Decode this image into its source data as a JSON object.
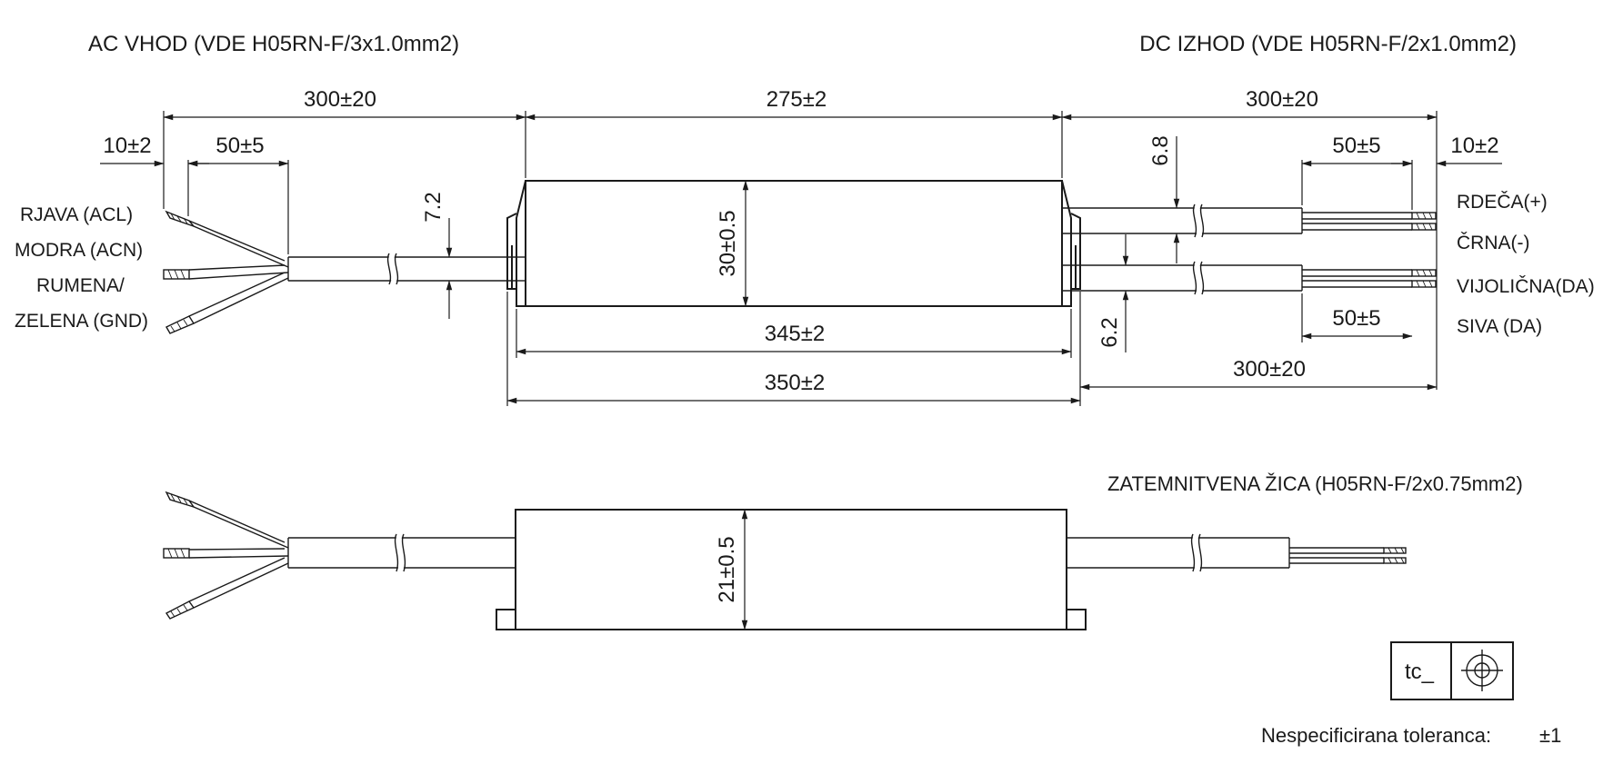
{
  "headers": {
    "ac_input": "AC VHOD (VDE H05RN-F/3x1.0mm2)",
    "dc_output": "DC IZHOD (VDE H05RN-F/2x1.0mm2)",
    "dimming_wire": "ZATEMNITVENA ŽICA (H05RN-F/2x0.75mm2)"
  },
  "ac_wires": {
    "brown": "RJAVA (ACL)",
    "blue": "MODRA (ACN)",
    "green_yellow_line1": "RUMENA/",
    "green_yellow_line2": "ZELENA (GND)"
  },
  "dc_wires": {
    "red": "RDEČA(+)",
    "black": "ČRNA(-)",
    "violet": "VIJOLIČNA(DA)",
    "grey": "SIVA (DA)"
  },
  "dimensions": {
    "ac_cable_length": "300±20",
    "body_length": "275±2",
    "dc_cable_length_top": "300±20",
    "dc_cable_length_bottom": "300±20",
    "ac_strip_length": "10±2",
    "ac_jacket_strip": "50±5",
    "dc_jacket_strip_top": "50±5",
    "dc_strip_length": "10±2",
    "dc_jacket_strip_bottom": "50±5",
    "ac_cable_diameter": "7.2",
    "dc_cable_diameter_top": "6.8",
    "dc_cable_diameter_bottom": "6.2",
    "body_height": "30±0.5",
    "body_width": "21±0.5",
    "mounting_inner": "345±2",
    "overall_length": "350±2"
  },
  "tc_box": {
    "label": "tc_",
    "icon": "crosshair-target-icon"
  },
  "footer": {
    "tolerance_label": "Nespecificirana toleranca:",
    "tolerance_value": "±1"
  }
}
